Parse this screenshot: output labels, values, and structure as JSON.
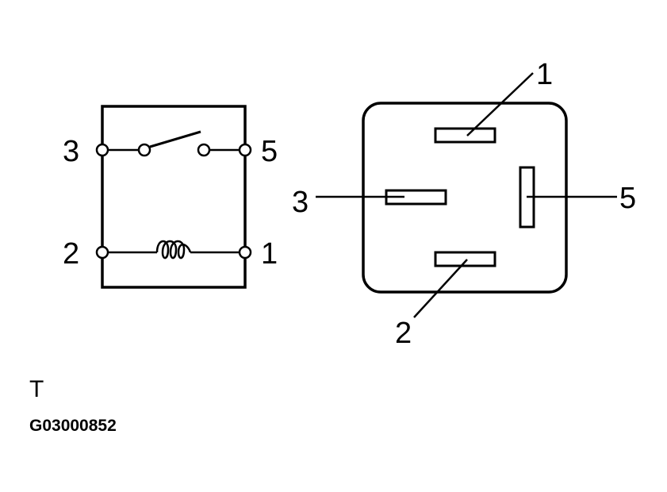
{
  "schematic": {
    "terminals": {
      "t3": "3",
      "t5": "5",
      "t2": "2",
      "t1": "1"
    }
  },
  "connector": {
    "pins": {
      "p1": "1",
      "p3": "3",
      "p5": "5",
      "p2": "2"
    }
  },
  "footer": {
    "view_mark": "T",
    "figure_code": "G03000852"
  },
  "colors": {
    "ink": "#000000",
    "background": "#ffffff"
  }
}
